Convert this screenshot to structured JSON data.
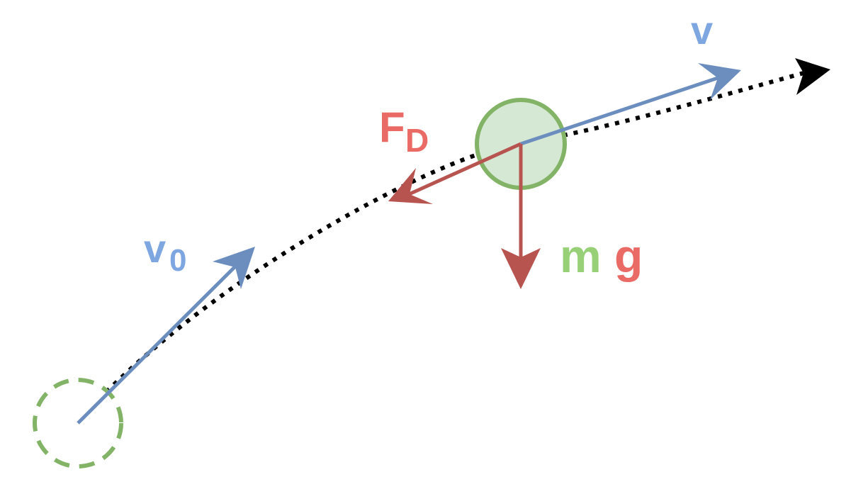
{
  "labels": {
    "v": "v",
    "v0_main": "v",
    "v0_sub": "0",
    "fd_main": "F",
    "fd_sub": "D",
    "mg_m": "m",
    "mg_g": "g"
  },
  "colors": {
    "velocity_blue": "#6C8EBF",
    "velocity_label": "#7EA6E0",
    "force_red": "#B85450",
    "force_label": "#EA6B66",
    "ball_stroke": "#82B366",
    "ball_fill": "#D5E8D4",
    "mass_label": "#97D077",
    "trajectory": "#000000"
  }
}
